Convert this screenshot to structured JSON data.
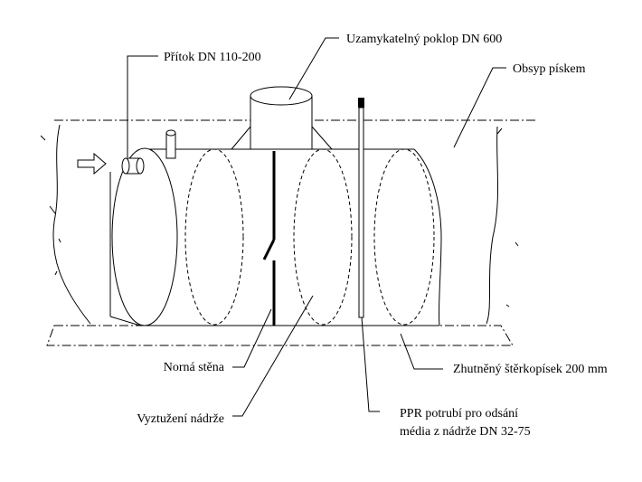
{
  "labels": {
    "inflow": "Přítok DN 110-200",
    "manhole": "Uzamykatelný poklop DN 600",
    "sand_backfill": "Obsyp pískem",
    "weir_wall": "Norná stěna",
    "reinforcement": "Vyztužení nádrže",
    "gravel_bed": "Zhutněný štěrkopísek 200 mm",
    "ppr_pipe_line1": "PPR potrubí pro odsání",
    "ppr_pipe_line2": "média z nádrže DN 32-75"
  },
  "colors": {
    "line": "#000000",
    "background": "#ffffff"
  }
}
